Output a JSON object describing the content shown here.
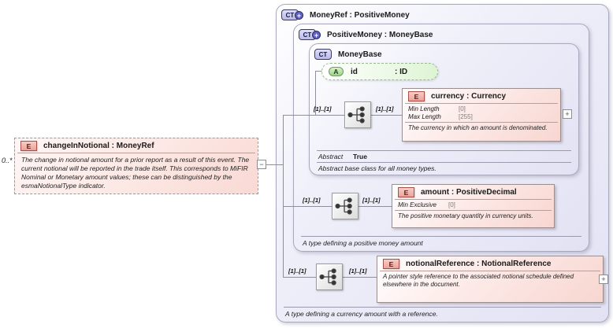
{
  "diagram": {
    "badges": {
      "element": "E",
      "attribute": "A",
      "complex_type": "CT"
    },
    "expand_glyph": "+",
    "collapse_glyph": "−",
    "cardinality_source": "0..*",
    "cardinality_1_1": "[1]..[1]",
    "colors": {
      "container_fill": "#e2e2f4",
      "element_fill": "#f8d6d0",
      "attribute_fill": "#def4d4",
      "badge_element": "#eba29a",
      "badge_attribute": "#9ed489",
      "badge_complex_type": "#b9b9e8"
    },
    "source_element": {
      "title": "changeInNotional : MoneyRef",
      "description": "The change in notional amount for a prior report as a result of this event. The current notional will be reported in the trade itself. This corresponds to MiFIR Nominal or Monetary amount values; these can be distinguished by the esmaNotionalType indicator."
    },
    "moneyref": {
      "title": "MoneyRef : PositiveMoney",
      "footer": "A type defining a currency amount with a reference."
    },
    "positivemoney": {
      "title": "PositiveMoney : MoneyBase",
      "footer": "A type defining a positive money amount"
    },
    "moneybase": {
      "title": "MoneyBase",
      "abstract_label": "Abstract",
      "abstract_value": "True",
      "footer": "Abstract base class for all money types."
    },
    "attribute_id": {
      "name": "id",
      "type": ": ID"
    },
    "currency": {
      "title": "currency : Currency",
      "facets": [
        {
          "name": "Min Length",
          "value": "[0]"
        },
        {
          "name": "Max Length",
          "value": "[255]"
        }
      ],
      "description": "The currency in which an amount is denominated."
    },
    "amount": {
      "title": "amount : PositiveDecimal",
      "facets": [
        {
          "name": "Min Exclusive",
          "value": "[0]"
        }
      ],
      "description": "The positive monetary quantity in currency units."
    },
    "notional_reference": {
      "title": "notionalReference : NotionalReference",
      "description": "A pointer style reference to the associated notional schedule defined elsewhere in the document."
    }
  }
}
